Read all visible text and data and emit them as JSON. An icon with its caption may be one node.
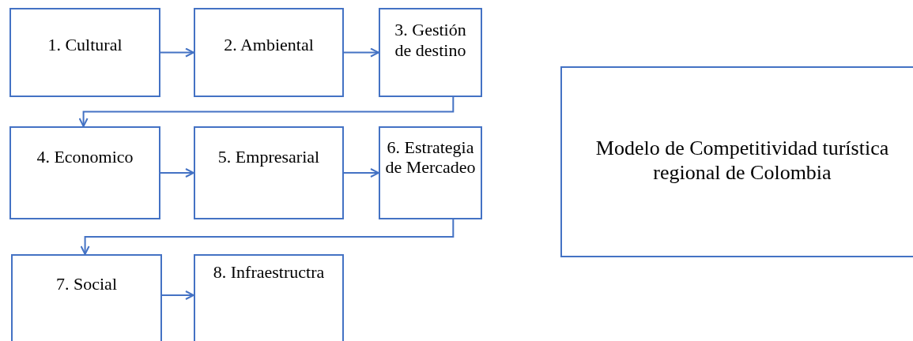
{
  "diagram": {
    "nodes": [
      {
        "text": [
          "1. Cultural"
        ]
      },
      {
        "text": [
          "2. Ambiental"
        ]
      },
      {
        "text": [
          "3. Gestión de destino"
        ]
      },
      {
        "text": [
          "4. Economico"
        ]
      },
      {
        "text": [
          "5. Empresarial"
        ]
      },
      {
        "text": [
          "6. Estrategia de Mercadeo"
        ]
      },
      {
        "text": [
          "7. Social"
        ]
      },
      {
        "text": [
          "8. Infraestructra"
        ]
      },
      {
        "text": [
          "Modelo de Competitividad turística regional de Colombia"
        ]
      }
    ],
    "edges": [
      {
        "from": 0,
        "to": 1,
        "arrow": "to"
      },
      {
        "from": 1,
        "to": 2,
        "arrow": "to"
      },
      {
        "from": 2,
        "to": 3,
        "arrow": "to"
      },
      {
        "from": 3,
        "to": 4,
        "arrow": "to"
      },
      {
        "from": 4,
        "to": 5,
        "arrow": "to"
      },
      {
        "from": 5,
        "to": 6,
        "arrow": "to"
      },
      {
        "from": 6,
        "to": 7,
        "arrow": "to"
      }
    ]
  }
}
